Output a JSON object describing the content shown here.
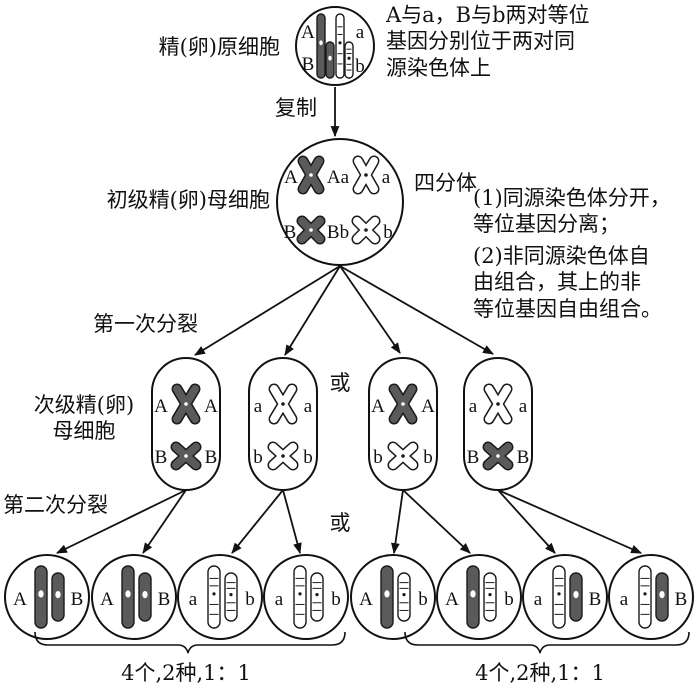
{
  "colors": {
    "dark": "#5a5a5a",
    "light": "#ffffff",
    "outline": "#1a1a1a"
  },
  "spermatogonium": {
    "label": "精(卵)原细胞",
    "chromosomes": [
      {
        "gene": "A",
        "fill": "#5a5a5a"
      },
      {
        "gene": "B",
        "fill": "#5a5a5a"
      },
      {
        "gene": "a",
        "fill": "#ffffff"
      },
      {
        "gene": "b",
        "fill": "#ffffff"
      }
    ]
  },
  "note_top": [
    "A与a，B与b两对等位",
    "基因分别位于两对同",
    "源染色体上"
  ],
  "replication_label": "复制",
  "primary": {
    "label": "初级精(卵)母细胞",
    "tetrad_label": "四分体",
    "gene_labels": [
      "A",
      "Aa",
      "a",
      "B",
      "Bb",
      "b"
    ],
    "chromosomes": [
      {
        "fill": "#5a5a5a"
      },
      {
        "fill": "#ffffff"
      },
      {
        "fill": "#5a5a5a"
      },
      {
        "fill": "#ffffff"
      }
    ]
  },
  "note_right": [
    "(1)同源染色体分开，",
    "等位基因分离；",
    "(2)非同源染色体自",
    "由组合，其上的非",
    "等位基因自由组合。"
  ],
  "division1_label": "第一次分裂",
  "division2_label": "第二次分裂",
  "or_label": "或",
  "secondary": {
    "label_lines": [
      "次级精(卵)",
      "母细胞"
    ],
    "cells": [
      {
        "top": {
          "gene": "A",
          "fill": "#5a5a5a"
        },
        "bottom": {
          "gene": "B",
          "fill": "#5a5a5a"
        }
      },
      {
        "top": {
          "gene": "a",
          "fill": "#ffffff"
        },
        "bottom": {
          "gene": "b",
          "fill": "#ffffff"
        }
      },
      {
        "top": {
          "gene": "A",
          "fill": "#5a5a5a"
        },
        "bottom": {
          "gene": "b",
          "fill": "#ffffff"
        }
      },
      {
        "top": {
          "gene": "a",
          "fill": "#ffffff"
        },
        "bottom": {
          "gene": "B",
          "fill": "#5a5a5a"
        }
      }
    ]
  },
  "gametes": [
    {
      "left": {
        "gene": "A",
        "fill": "#5a5a5a"
      },
      "right": {
        "gene": "B",
        "fill": "#5a5a5a"
      }
    },
    {
      "left": {
        "gene": "A",
        "fill": "#5a5a5a"
      },
      "right": {
        "gene": "B",
        "fill": "#5a5a5a"
      }
    },
    {
      "left": {
        "gene": "a",
        "fill": "#ffffff"
      },
      "right": {
        "gene": "b",
        "fill": "#ffffff"
      }
    },
    {
      "left": {
        "gene": "a",
        "fill": "#ffffff"
      },
      "right": {
        "gene": "b",
        "fill": "#ffffff"
      }
    },
    {
      "left": {
        "gene": "A",
        "fill": "#5a5a5a"
      },
      "right": {
        "gene": "b",
        "fill": "#ffffff"
      }
    },
    {
      "left": {
        "gene": "A",
        "fill": "#5a5a5a"
      },
      "right": {
        "gene": "b",
        "fill": "#ffffff"
      }
    },
    {
      "left": {
        "gene": "a",
        "fill": "#ffffff"
      },
      "right": {
        "gene": "B",
        "fill": "#5a5a5a"
      }
    },
    {
      "left": {
        "gene": "a",
        "fill": "#ffffff"
      },
      "right": {
        "gene": "B",
        "fill": "#5a5a5a"
      }
    }
  ],
  "summaries": [
    "4个,2种,1：1",
    "4个,2种,1：1"
  ]
}
